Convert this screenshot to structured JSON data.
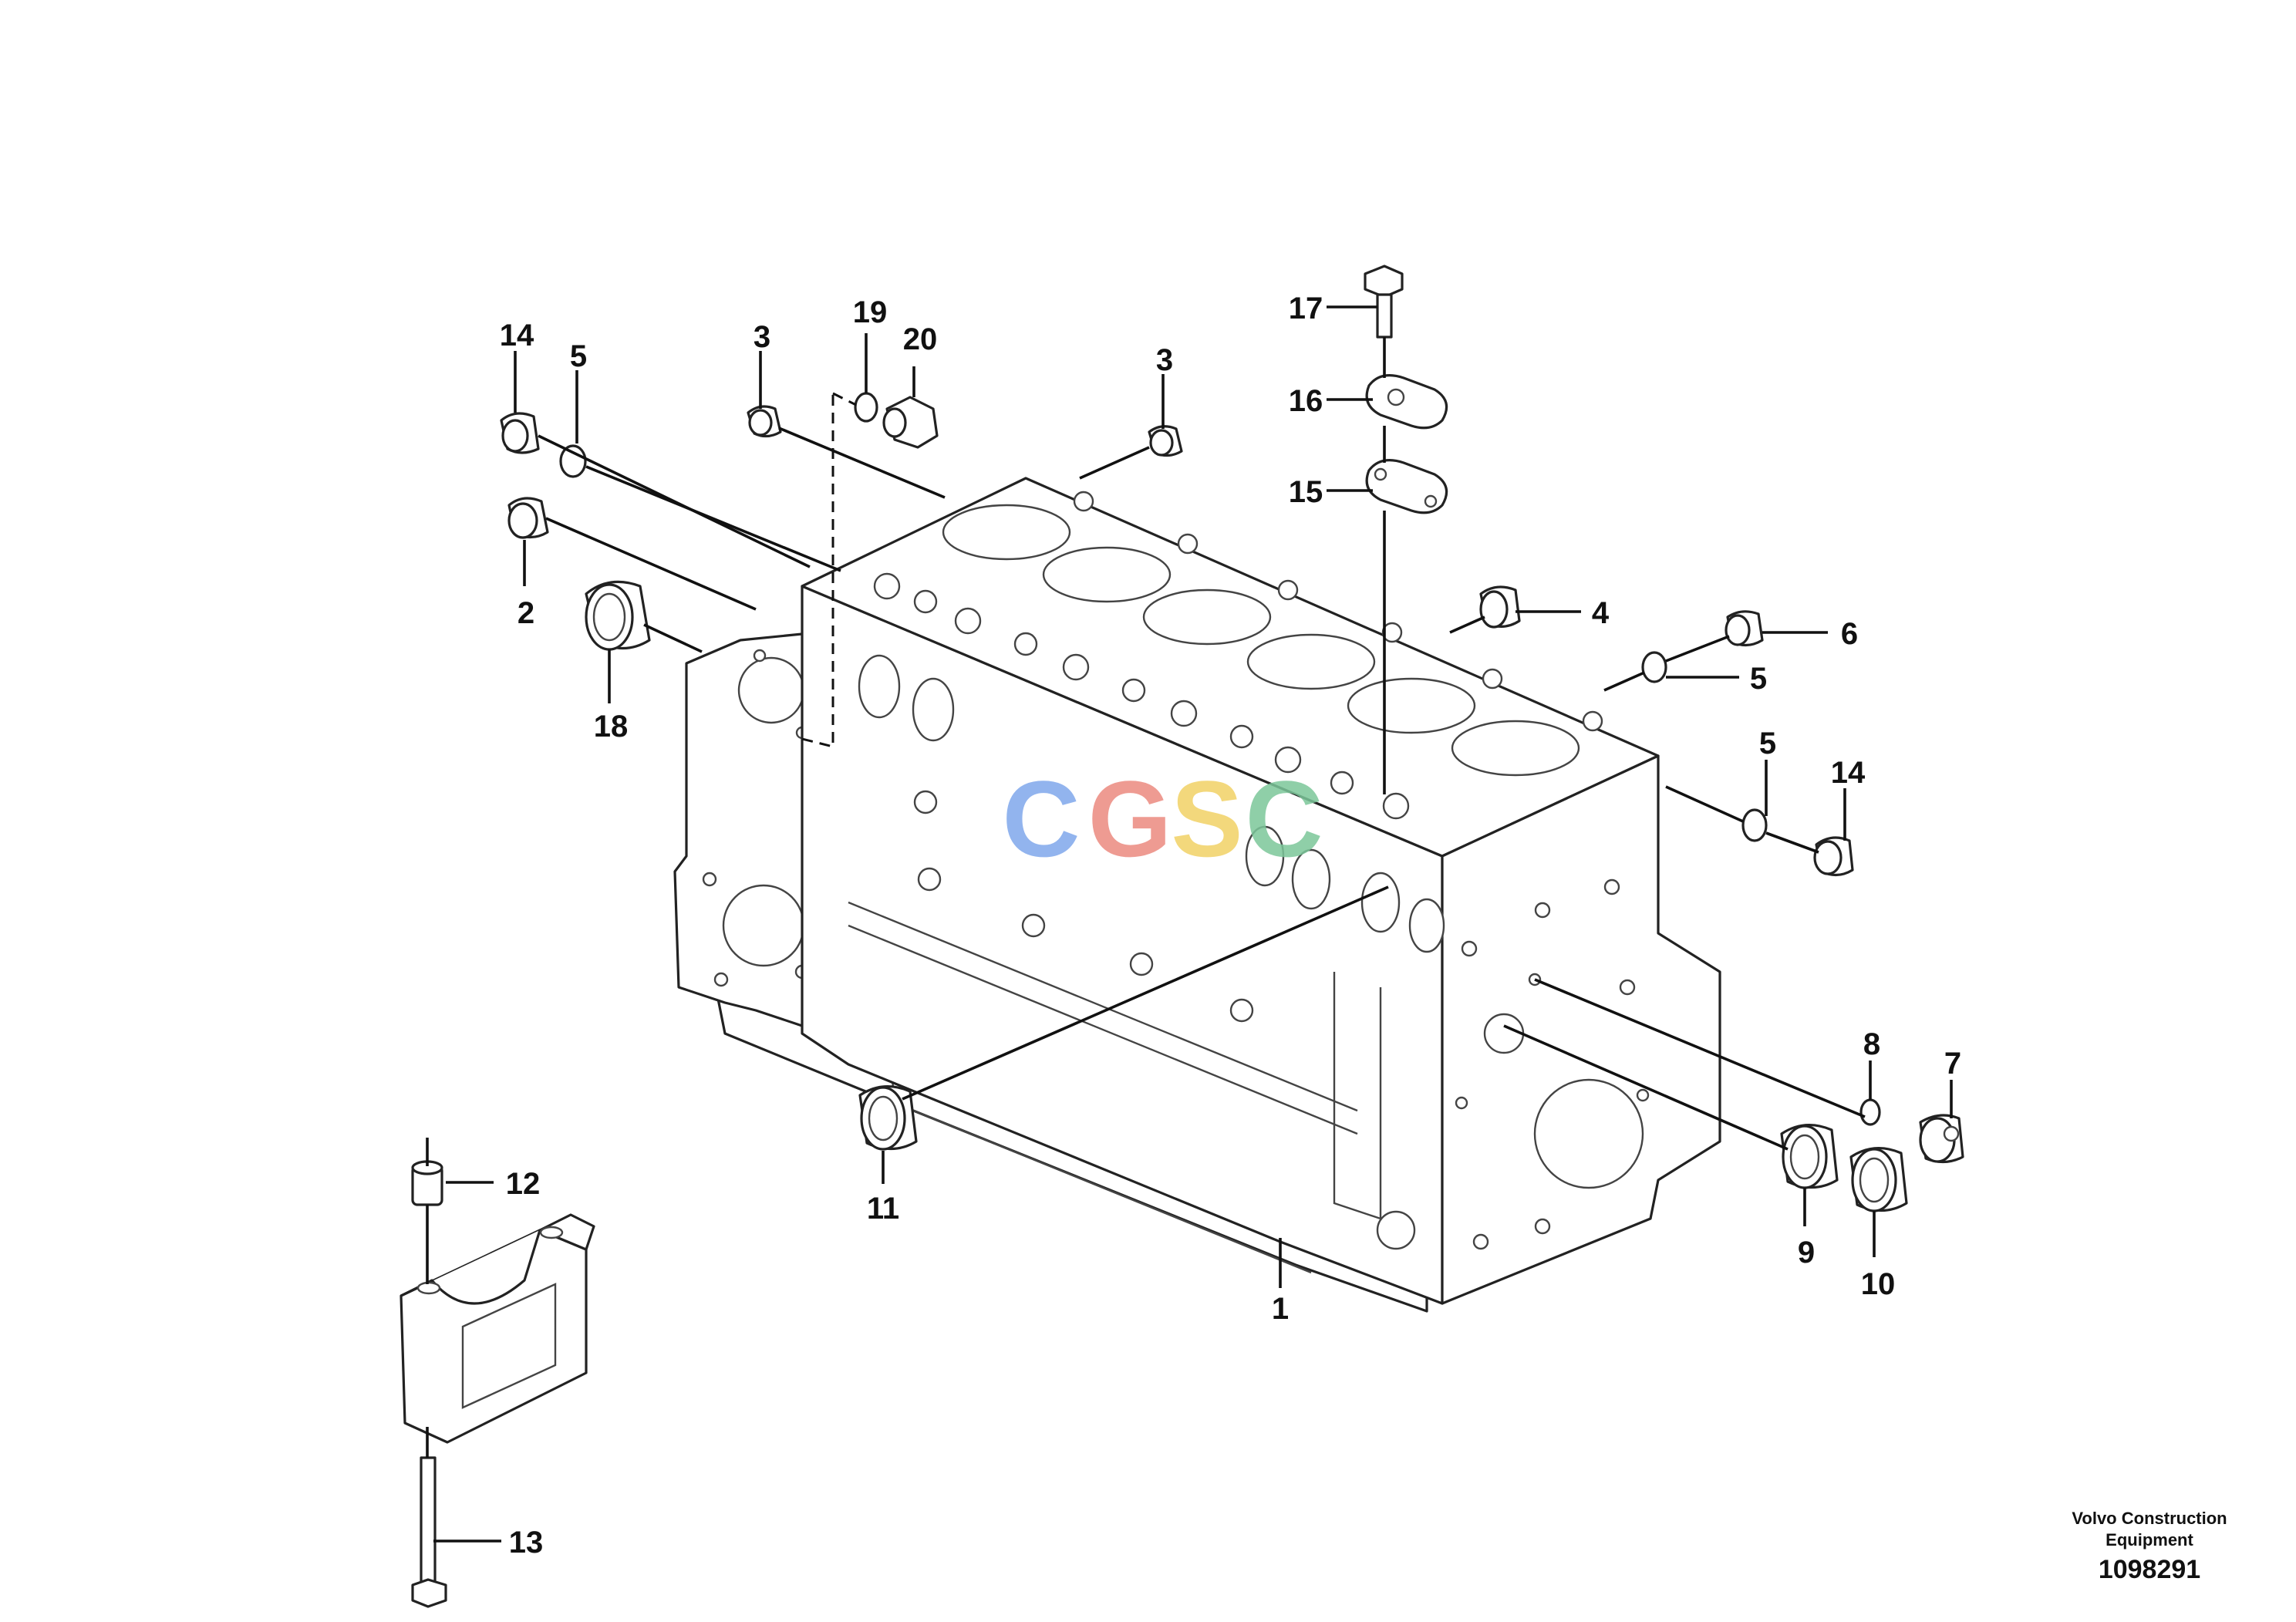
{
  "callouts": {
    "c1": "1",
    "c2": "2",
    "c3a": "3",
    "c3b": "3",
    "c4": "4",
    "c5a": "5",
    "c5b": "5",
    "c5c": "5",
    "c6": "6",
    "c7": "7",
    "c8": "8",
    "c9": "9",
    "c10": "10",
    "c11": "11",
    "c12": "12",
    "c13": "13",
    "c14a": "14",
    "c14b": "14",
    "c15": "15",
    "c16": "16",
    "c17": "17",
    "c18": "18",
    "c19": "19",
    "c20": "20"
  },
  "watermark": {
    "text": "CGSC",
    "colors": [
      "#7fa8ec",
      "#ec8a80",
      "#f1d266",
      "#7cc79a"
    ]
  },
  "footer": {
    "brand": "Volvo Construction Equipment",
    "document_number": "1098291"
  }
}
